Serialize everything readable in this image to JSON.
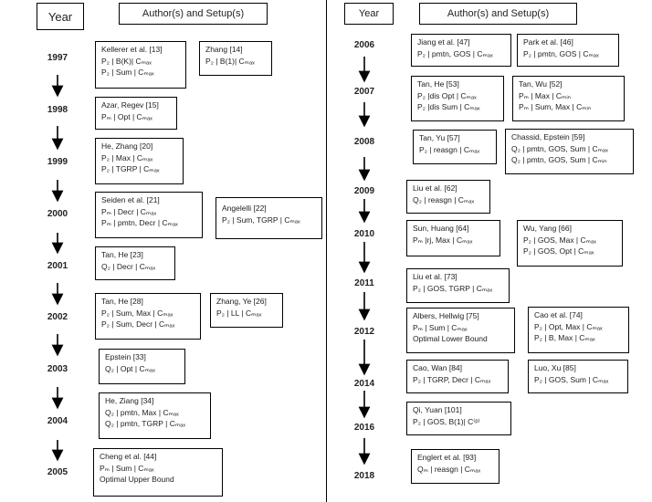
{
  "left": {
    "year_header": "Year",
    "authors_header": "Author(s) and Setup(s)",
    "years": [
      "1997",
      "1998",
      "1999",
      "2000",
      "2001",
      "2002",
      "2003",
      "2004",
      "2005"
    ],
    "cards": [
      {
        "title": "Kellerer et al. [13]",
        "lines": [
          "P₂ | B(K)| Cₘₐₓ",
          "P₂ | Sum | Cₘₐₓ"
        ]
      },
      {
        "title": "Zhang [14]",
        "lines": [
          "P₂ | B(1)| Cₘₐₓ"
        ]
      },
      {
        "title": "Azar, Regev [15]",
        "lines": [
          "Pₘ | Opt | Cₘₐₓ"
        ]
      },
      {
        "title": "He, Zhang [20]",
        "lines": [
          "P₂ | Max | Cₘₐₓ",
          "P₂ | TGRP | Cₘₐₓ"
        ]
      },
      {
        "title": "Seiden et al. [21]",
        "lines": [
          "Pₘ | Decr | Cₘₐₓ",
          "Pₘ | pmtn, Decr | Cₘₐₓ"
        ]
      },
      {
        "title": "Angelelli [22]",
        "lines": [
          "P₂ | Sum, TGRP | Cₘₐₓ"
        ]
      },
      {
        "title": "Tan, He [23]",
        "lines": [
          "Q₂ | Decr | Cₘₐₓ"
        ]
      },
      {
        "title": "Tan, He [28]",
        "lines": [
          "P₂ | Sum, Max | Cₘₐₓ",
          "P₂ | Sum, Decr | Cₘₐₓ"
        ]
      },
      {
        "title": "Zhang, Ye [26]",
        "lines": [
          "P₂ | LL | Cₘₐₓ"
        ]
      },
      {
        "title": "Epstein [33]",
        "lines": [
          "Q₂ | Opt | Cₘₐₓ"
        ]
      },
      {
        "title": "He, Ziang [34]",
        "lines": [
          "Q₂ | pmtn, Max | Cₘₐₓ",
          "Q₂ | pmtn, TGRP | Cₘₐₓ"
        ]
      },
      {
        "title": "Cheng et al. [44]",
        "lines": [
          "Pₘ | Sum | Cₘₐₓ",
          "Optimal Upper Bound"
        ]
      }
    ]
  },
  "right": {
    "year_header": "Year",
    "authors_header": "Author(s) and Setup(s)",
    "years": [
      "2006",
      "2007",
      "2008",
      "2009",
      "2010",
      "2011",
      "2012",
      "2014",
      "2016",
      "2018"
    ],
    "cards": [
      {
        "title": "Jiang et al. [47]",
        "lines": [
          "P₂ | pmtn, GOS | Cₘₐₓ"
        ]
      },
      {
        "title": "Park et al. [46]",
        "lines": [
          "P₂ | pmtn, GOS | Cₘₐₓ"
        ]
      },
      {
        "title": "Tan, He [53]",
        "lines": [
          "P₂ |dis Opt | Cₘₐₓ",
          "P₂ |dis Sum | Cₘₐₓ"
        ]
      },
      {
        "title": "Tan, Wu [52]",
        "lines": [
          "Pₘ | Max | Cₘᵢₙ",
          "Pₘ | Sum, Max | Cₘᵢₙ"
        ]
      },
      {
        "title": "Tan, Yu [57]",
        "lines": [
          "P₂ | reasgn | Cₘₐₓ"
        ]
      },
      {
        "title": "Chassid, Epstein [59]",
        "lines": [
          "Q₂ | pmtn, GOS, Sum | Cₘₐₓ",
          "Q₂ | pmtn, GOS, Sum | Cₘᵢₙ"
        ]
      },
      {
        "title": "Liu et al. [62]",
        "lines": [
          "Q₂ | reasgn | Cₘₐₓ"
        ]
      },
      {
        "title": "Sun, Huang [64]",
        "lines": [
          "Pₘ |rj, Max | Cₘₐₓ"
        ]
      },
      {
        "title": "Wu, Yang [66]",
        "lines": [
          "P₂ | GOS, Max | Cₘₐₓ",
          "P₂ | GOS, Opt | Cₘₐₓ"
        ]
      },
      {
        "title": "Liu et al. [73]",
        "lines": [
          "P₂ | GOS, TGRP | Cₘₐₓ"
        ]
      },
      {
        "title": "Albers, Hellwig [75]",
        "lines": [
          "Pₘ | Sum | Cₘₐₓ",
          "Optimal Lower Bound"
        ]
      },
      {
        "title": "Cao et al. [74]",
        "lines": [
          "P₂ | Opt, Max | Cₘₐₓ",
          "P₂ | B, Max | Cₘₐₓ"
        ]
      },
      {
        "title": "Cao, Wan [84]",
        "lines": [
          "P₂ | TGRP, Decr | Cₘₐₓ"
        ]
      },
      {
        "title": "Luo, Xu [85]",
        "lines": [
          "P₂ | GOS, Sum | Cₘₐₓ"
        ]
      },
      {
        "title": "Qi, Yuan [101]",
        "lines": [
          "P₂ | GOS, B(1)| C⁽ᵖ⁾"
        ]
      },
      {
        "title": "Englert et al. [93]",
        "lines": [
          "Qₘ | reasgn | Cₘₐₓ"
        ]
      }
    ]
  }
}
